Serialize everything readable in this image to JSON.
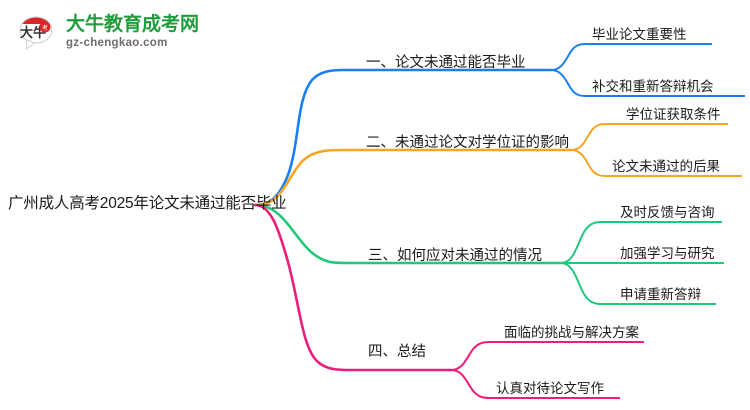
{
  "logo": {
    "icon_name": "daniu-bull-logo",
    "title": "大牛教育成考网",
    "url": "gz-chengkao.com",
    "title_color": "#1f9d3d",
    "mark_red": "#d8252a"
  },
  "mindmap": {
    "root": {
      "label": "广州成人高考2025年论文未通过能否毕业"
    },
    "branches": [
      {
        "label": "一、论文未通过能否毕业",
        "color": "#1a7ff0",
        "children": [
          {
            "label": "毕业论文重要性"
          },
          {
            "label": "补交和重新答辩机会"
          }
        ]
      },
      {
        "label": "二、未通过论文对学位证的影响",
        "color": "#f5a623",
        "children": [
          {
            "label": "学位证获取条件"
          },
          {
            "label": "论文未通过的后果"
          }
        ]
      },
      {
        "label": "三、如何应对未通过的情况",
        "color": "#1ec87a",
        "children": [
          {
            "label": "及时反馈与咨询"
          },
          {
            "label": "加强学习与研究"
          },
          {
            "label": "申请重新答辩"
          }
        ]
      },
      {
        "label": "四、总结",
        "color": "#ec1e79",
        "children": [
          {
            "label": "面临的挑战与解决方案"
          },
          {
            "label": "认真对待论文写作"
          }
        ]
      }
    ]
  }
}
